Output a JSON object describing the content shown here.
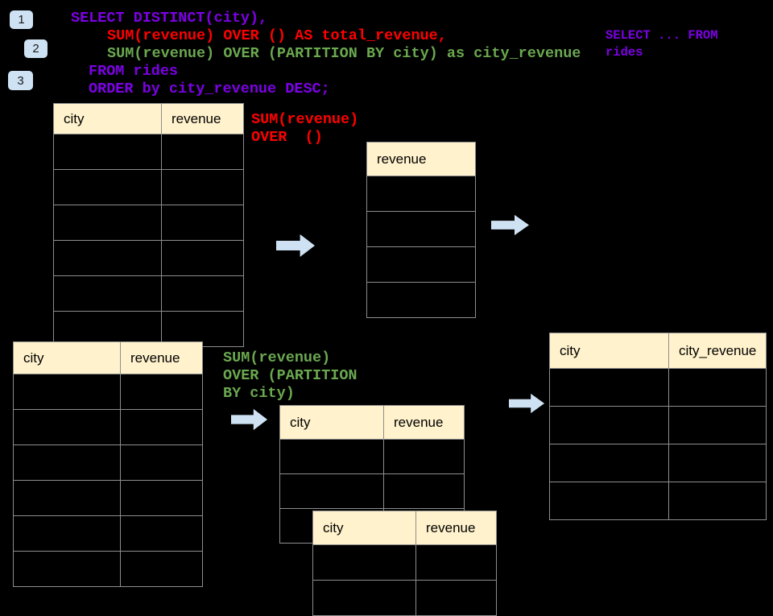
{
  "colors": {
    "background": "#000000",
    "header_fill": "#FFF2CC",
    "header_text": "#000000",
    "border": "#8E8E8E",
    "arrow": "#CFE2F3",
    "badge_fill": "#CFE2F3",
    "badge_text": "#1A1A1A",
    "purple": "#7D00E6",
    "red": "#FF0000",
    "green": "#6AA84F"
  },
  "badges": [
    {
      "label": "1"
    },
    {
      "label": "2"
    },
    {
      "label": "3"
    }
  ],
  "sql": {
    "lines": [
      {
        "text": "SELECT DISTINCT(city),",
        "color": "purple"
      },
      {
        "text": "SUM(revenue) OVER () AS total_revenue,",
        "color": "red"
      },
      {
        "text": "SUM(revenue) OVER (PARTITION BY city) as city_revenue",
        "color": "green"
      },
      {
        "text": "FROM rides",
        "color": "purple"
      },
      {
        "text": "ORDER by city_revenue DESC;",
        "color": "purple"
      }
    ],
    "side_note": {
      "text": "SELECT ... FROM\nrides",
      "color": "purple"
    }
  },
  "annotations": {
    "total_label": {
      "text": "SUM(revenue)\nOVER  ()",
      "color": "red"
    },
    "partition_label": {
      "text": "SUM(revenue)\nOVER (PARTITION\nBY city)",
      "color": "green"
    }
  },
  "tables": {
    "source_top": {
      "columns": [
        "city",
        "revenue"
      ],
      "empty_rows": 6
    },
    "revenue_only": {
      "columns": [
        "revenue"
      ],
      "empty_rows": 4
    },
    "source_bottom": {
      "columns": [
        "city",
        "revenue"
      ],
      "empty_rows": 6
    },
    "partition_mid": {
      "columns": [
        "city",
        "revenue"
      ],
      "empty_rows": 3
    },
    "partition_overlay": {
      "columns": [
        "city",
        "revenue"
      ],
      "empty_rows": 2
    },
    "result_right": {
      "columns": [
        "city",
        "city_revenue"
      ],
      "empty_rows": 4
    }
  }
}
